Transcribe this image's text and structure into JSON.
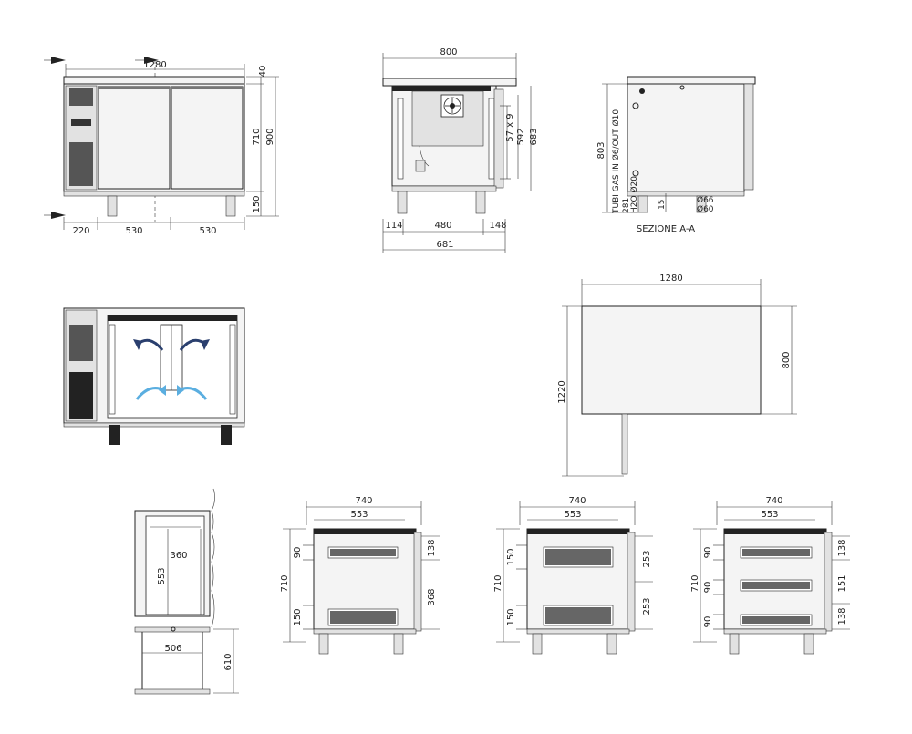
{
  "colors": {
    "line": "#222222",
    "arrow_hot": "#2a3f6e",
    "arrow_cold": "#5aaee0",
    "background": "#ffffff"
  },
  "front_view": {
    "width": "1280",
    "top": "40",
    "height_body": "710",
    "height_total": "900",
    "legs": "150",
    "seg1": "220",
    "seg2": "530",
    "seg3": "530"
  },
  "side_view": {
    "width": "800",
    "rails": "57 x 9",
    "h1": "592",
    "h2": "683",
    "left": "114",
    "middle": "480",
    "right": "148",
    "depth": "681"
  },
  "section_view": {
    "height": "803",
    "gas": "TUBI GAS IN Ø6/OUT Ø10",
    "h2o_height": "281",
    "h2o": "H2O Ø20",
    "small": "15",
    "d66": "Ø66",
    "d60": "Ø60",
    "caption": "SEZIONE A-A"
  },
  "plan_view": {
    "width": "1280",
    "depth": "800",
    "open_depth": "1220"
  },
  "drawer_detail": {
    "inner": "360",
    "height": "553",
    "width": "506",
    "depth": "610"
  },
  "config_a": {
    "outer": "740",
    "inner": "553",
    "height": "710",
    "d_top": "90",
    "d_bottom": "150",
    "r_top": "138",
    "r_bottom": "368"
  },
  "config_b": {
    "outer": "740",
    "inner": "553",
    "height": "710",
    "d_top": "150",
    "d_bottom": "150",
    "r_top": "253",
    "r_bottom": "253"
  },
  "config_c": {
    "outer": "740",
    "inner": "553",
    "height": "710",
    "d1": "90",
    "d2": "90",
    "d3": "90",
    "r1": "138",
    "r2": "151",
    "r3": "138"
  }
}
